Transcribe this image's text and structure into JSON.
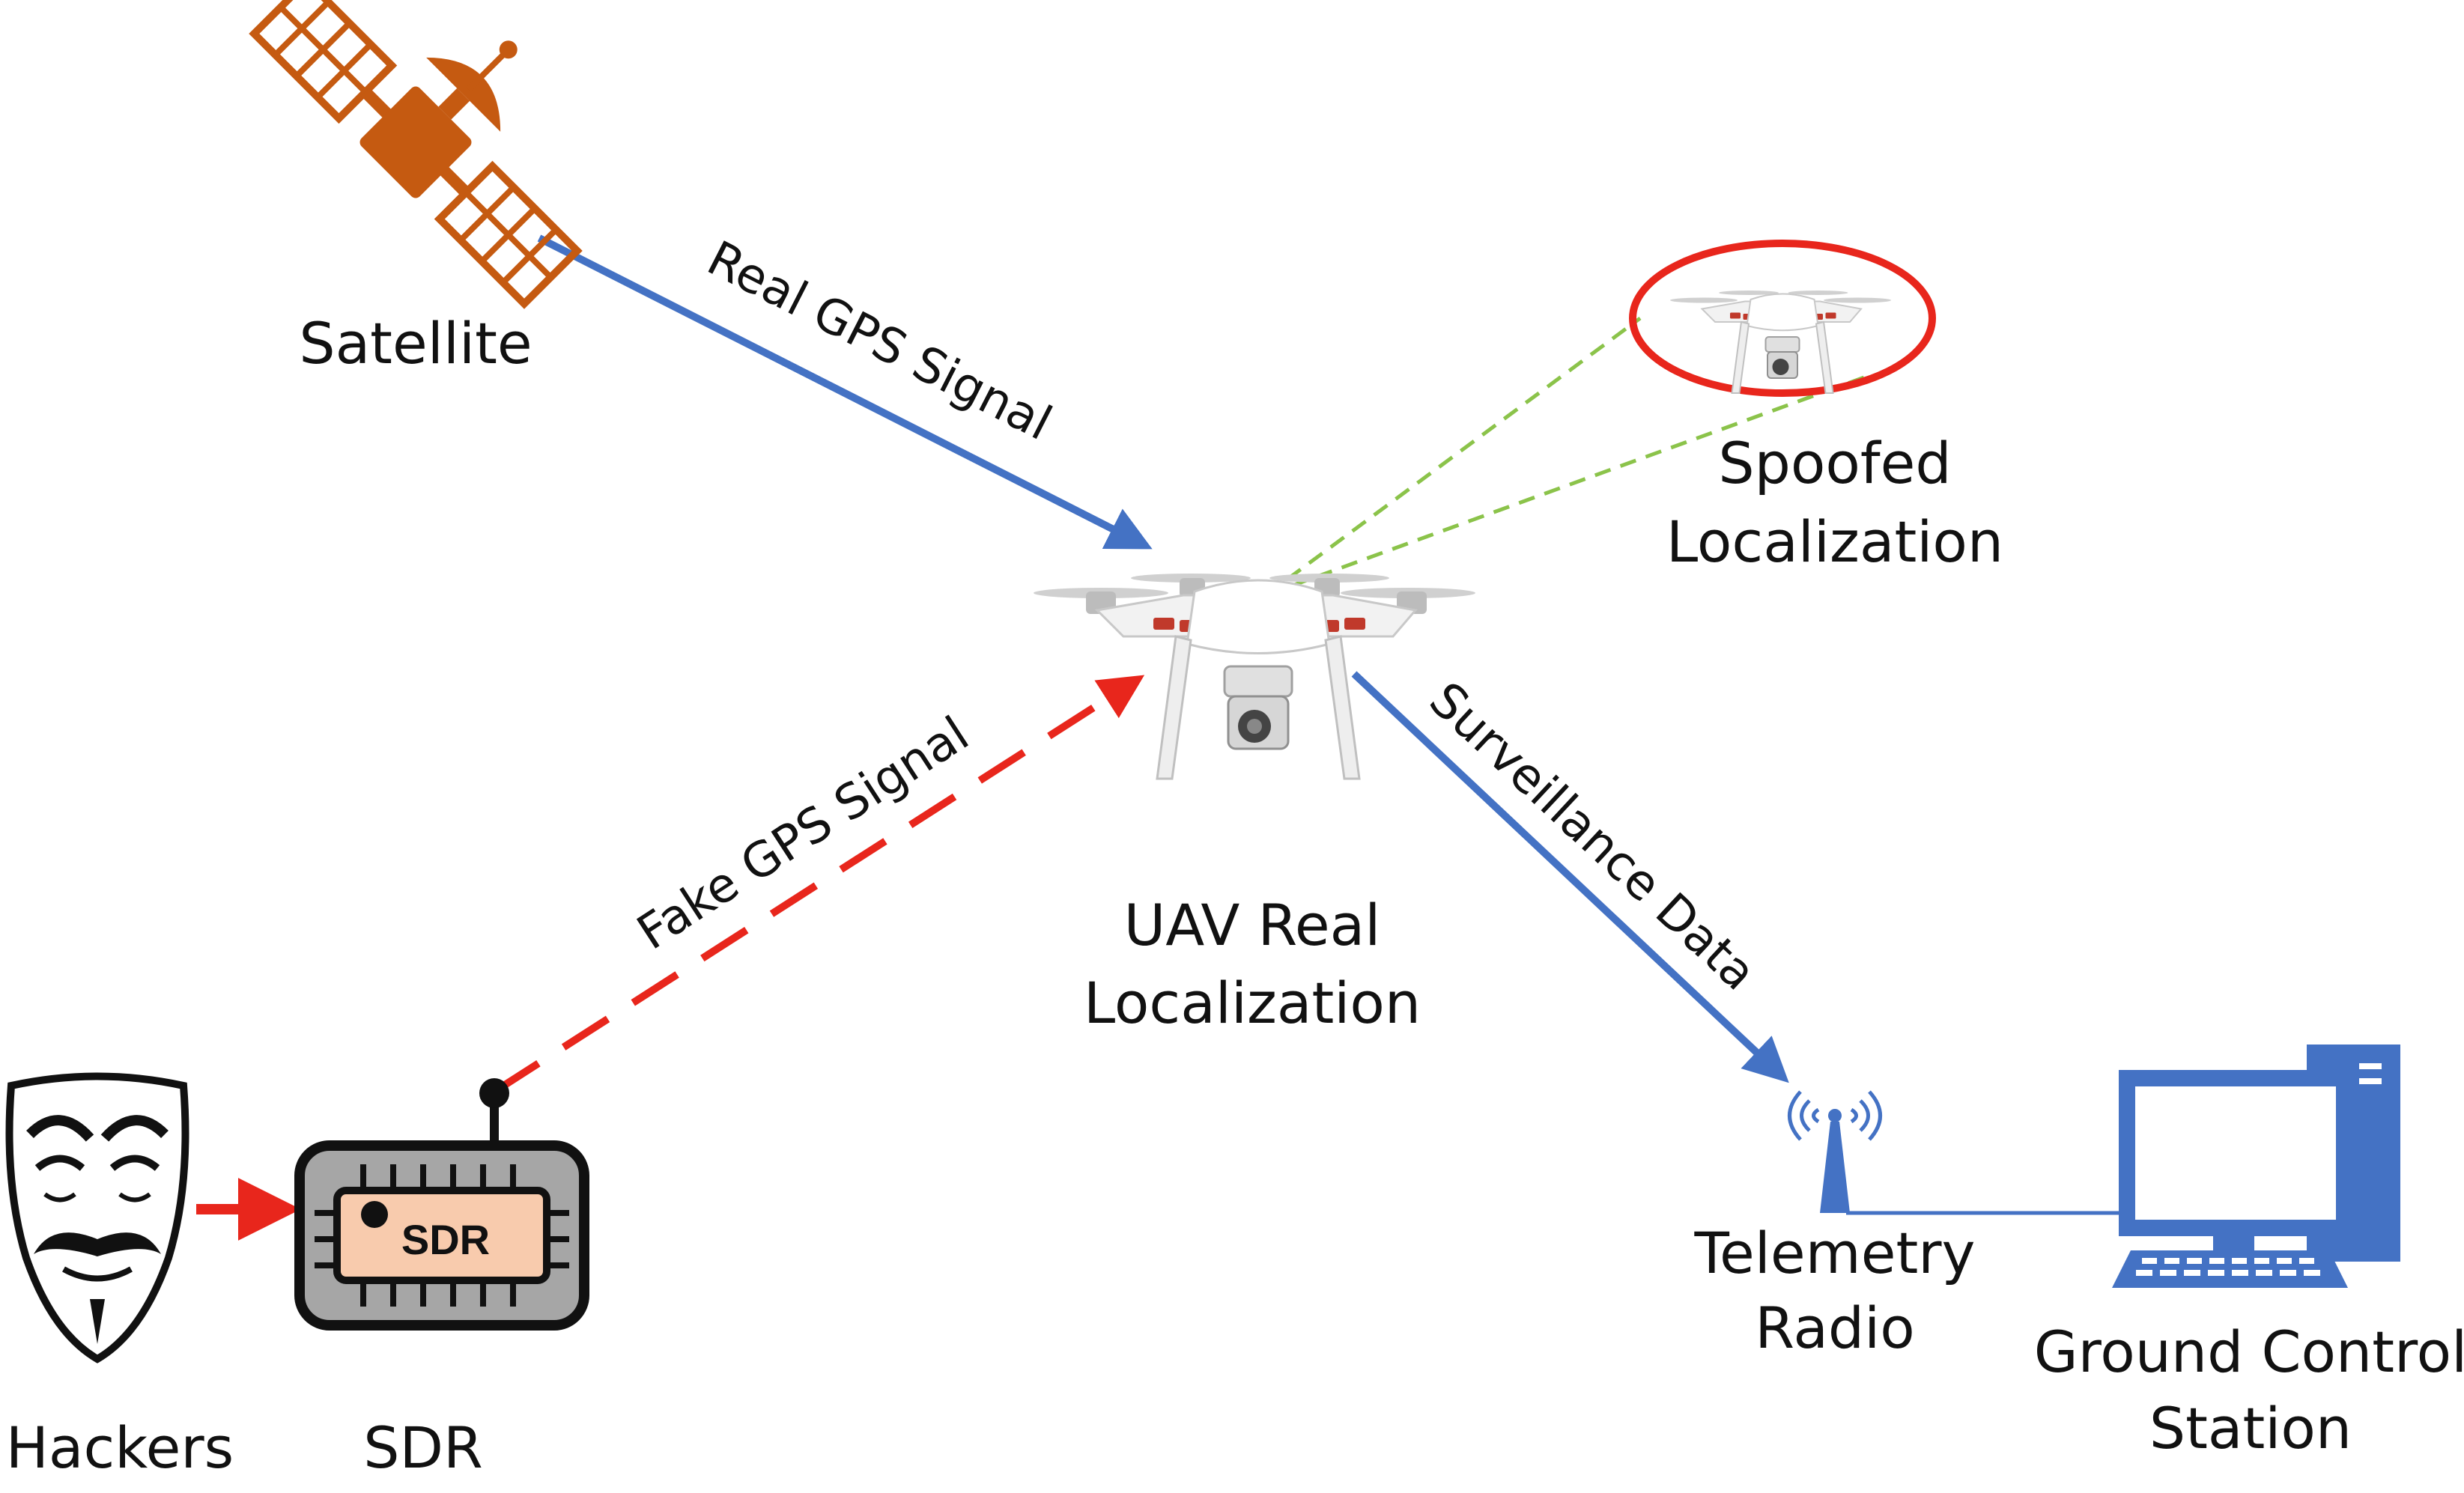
{
  "nodes": {
    "satellite": {
      "label": "Satellite"
    },
    "uav": {
      "label_line1": "UAV Real",
      "label_line2": "Localization"
    },
    "spoofed": {
      "label_line1": "Spoofed",
      "label_line2": "Localization"
    },
    "hackers": {
      "label": "Hackers"
    },
    "sdr": {
      "label": "SDR",
      "chip_text": "SDR"
    },
    "telemetry": {
      "label_line1": "Telemetry",
      "label_line2": "Radio"
    },
    "gcs": {
      "label_line1": "Ground Control",
      "label_line2": "Station"
    }
  },
  "edges": {
    "real_gps": {
      "label": "Real GPS Signal"
    },
    "fake_gps": {
      "label": "Fake GPS Signal"
    },
    "surveillance": {
      "label": "Surveillance Data"
    }
  },
  "colors": {
    "blue": "#4472C4",
    "red": "#E8261C",
    "orange": "#C55A11",
    "green": "#8BC34A",
    "ellipse": "#E8261C",
    "sdr_fill": "#F8CBAD",
    "sdr_frame": "#A6A6A6",
    "monitor": "#4472C4"
  }
}
